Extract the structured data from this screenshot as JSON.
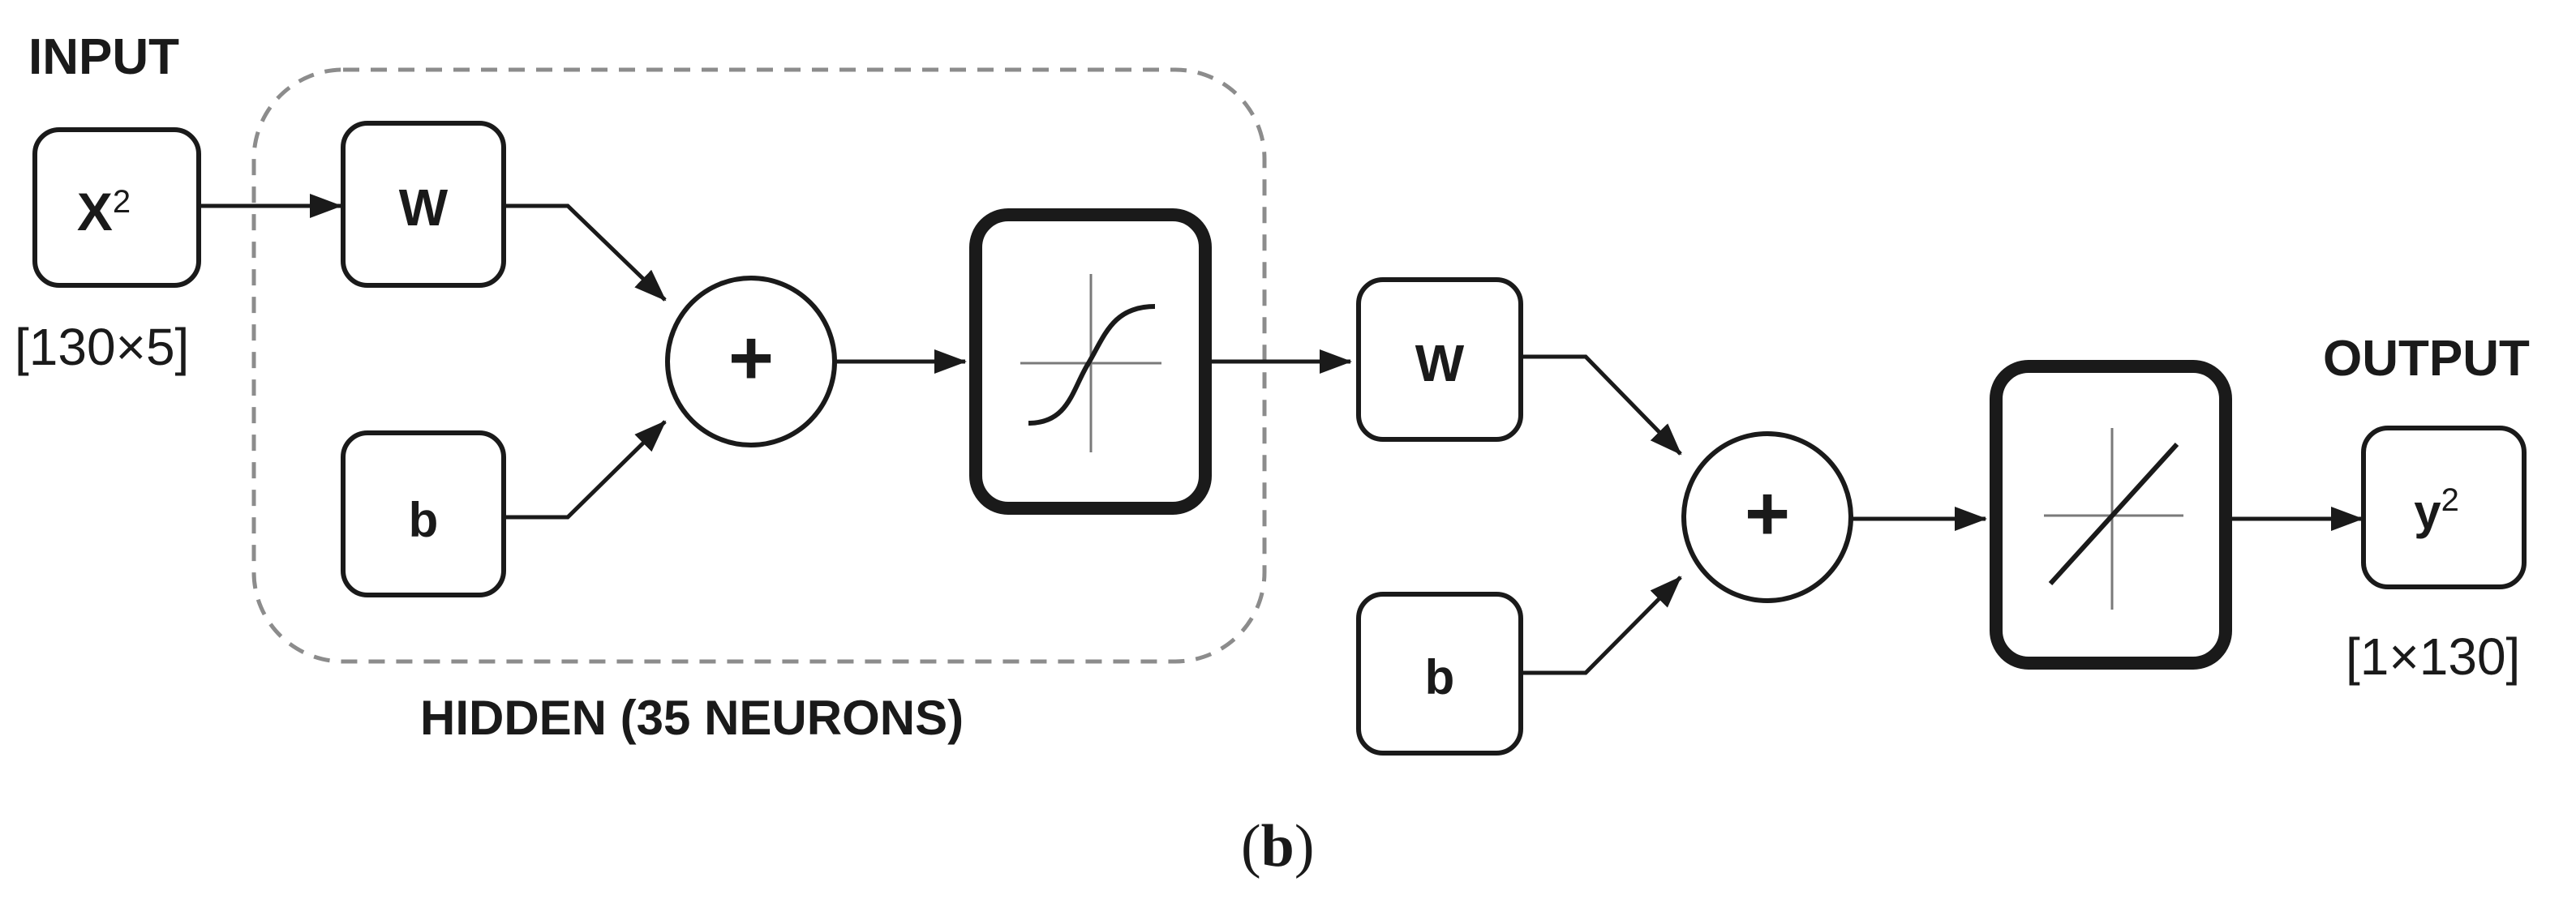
{
  "labels": {
    "input": "INPUT",
    "output": "OUTPUT",
    "hidden": "HIDDEN (35 NEURONS)",
    "input_dims": "[130×5]",
    "output_dims": "[1×130]"
  },
  "nodes": {
    "input_var": "X",
    "input_sup": "2",
    "hidden_weight": "W",
    "hidden_bias": "b",
    "hidden_sum": "+",
    "output_weight": "W",
    "output_bias": "b",
    "output_sum": "+",
    "output_var": "y",
    "output_sup": "2"
  },
  "icons": {
    "hidden_activation": "sigmoid-icon",
    "output_activation": "linear-icon"
  },
  "caption": {
    "open": "(",
    "letter": "b",
    "close": ")"
  },
  "colors": {
    "ink": "#1a1a1a",
    "dashed_border": "#8c8c8c",
    "axis": "#7a7a7a"
  }
}
